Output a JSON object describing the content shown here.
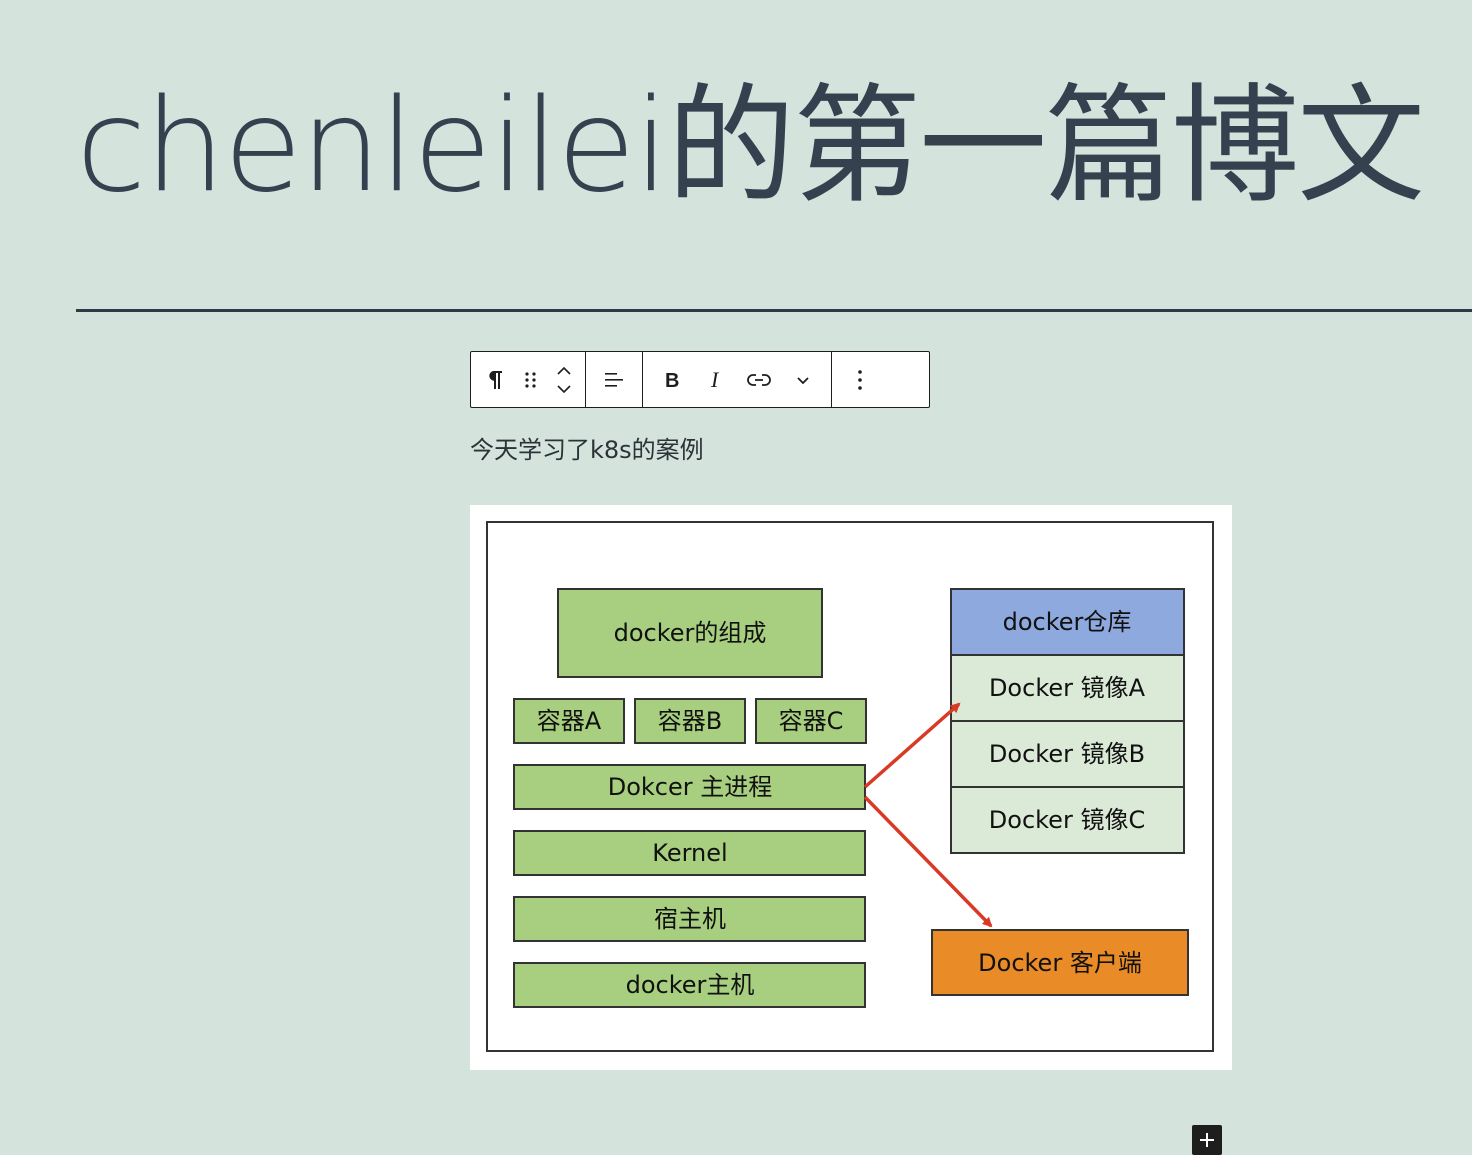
{
  "post": {
    "title": "chenleilei的第一篇博文",
    "paragraph": "今天学习了k8s的案例"
  },
  "toolbar": {
    "icons": [
      "paragraph-icon",
      "drag-handle-icon",
      "move-up-icon",
      "move-down-icon",
      "align-left-icon",
      "bold-icon",
      "italic-icon",
      "link-icon",
      "chevron-down-icon",
      "more-options-icon"
    ]
  },
  "diagram": {
    "left_column": {
      "title": "docker的组成",
      "containers": [
        "容器A",
        "容器B",
        "容器C"
      ],
      "layers": [
        "Dokcer 主进程",
        "Kernel",
        "宿主机",
        "docker主机"
      ]
    },
    "repository": {
      "title": "docker仓库",
      "images": [
        "Docker 镜像A",
        "Docker 镜像B",
        "Docker 镜像C"
      ]
    },
    "client": "Docker 客户端",
    "colors": {
      "green": "#a8ce7f",
      "blue": "#8ea9de",
      "light_green": "#dbe9d7",
      "orange": "#e98b26",
      "arrow": "#d83a25"
    }
  }
}
